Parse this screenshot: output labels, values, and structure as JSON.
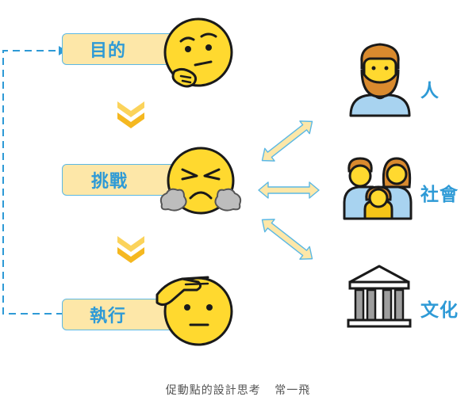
{
  "steps": [
    {
      "label": "目的",
      "emoji": "thinking-face-icon"
    },
    {
      "label": "挑戰",
      "emoji": "angry-steaming-face-icon"
    },
    {
      "label": "執行",
      "emoji": "saluting-face-icon"
    }
  ],
  "contexts": [
    {
      "label": "人",
      "icon": "person-icon"
    },
    {
      "label": "社會",
      "icon": "family-icon"
    },
    {
      "label": "文化",
      "icon": "classical-building-icon"
    }
  ],
  "caption": {
    "title": "促動點的設計思考",
    "author": "常一飛"
  },
  "colors": {
    "accent_blue": "#2e9ad6",
    "box_fill": "#fde7a8",
    "chevron": "#f5b820",
    "arrow_fill": "#fde7a8",
    "emoji_yellow": "#ffd92f"
  }
}
